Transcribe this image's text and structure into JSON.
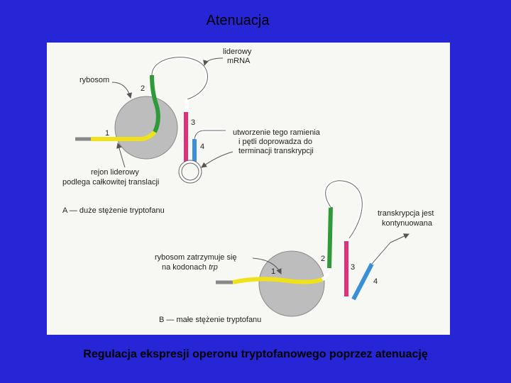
{
  "slide": {
    "title": "Atenuacja",
    "caption": "Regulacja ekspresji operonu tryptofanowego poprzez atenuację"
  },
  "colors": {
    "background": "#2626d6",
    "segment1": "#f0e21a",
    "segment2": "#2e9a3a",
    "segment3": "#e0307a",
    "segment4": "#3a8fd8",
    "ribosome": "#bdbdbd"
  },
  "panel_a": {
    "label_mrna_line1": "liderowy",
    "label_mrna_line2": "mRNA",
    "label_ribosome": "rybosom",
    "label_loop_line1": "utworzenie tego ramienia",
    "label_loop_line2": "i pętli doprowadza do",
    "label_loop_line3": "terminacji transkrypcji",
    "label_region_line1": "rejon liderowy",
    "label_region_line2": "podlega całkowitej translacji",
    "caption": "A — duże stężenie tryptofanu",
    "seg1": "1",
    "seg2": "2",
    "seg3": "3",
    "seg4": "4"
  },
  "panel_b": {
    "label_continue_line1": "transkrypcja jest",
    "label_continue_line2": "kontynuowana",
    "label_stall_line1": "rybosom zatrzymuje się",
    "label_stall_line2": "na kodonach",
    "label_stall_trp": "trp",
    "caption": "B — małe stężenie tryptofanu",
    "seg1": "1",
    "seg2": "2",
    "seg3": "3",
    "seg4": "4"
  }
}
